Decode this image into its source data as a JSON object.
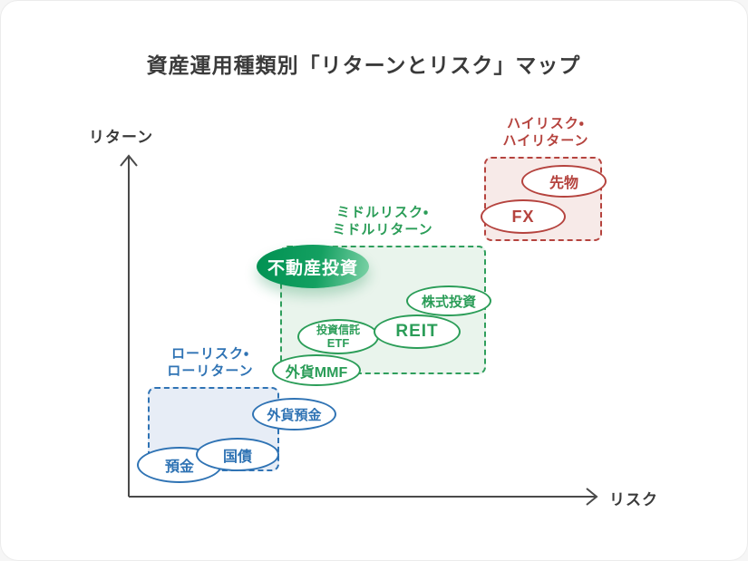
{
  "title": "資産運用種類別「リターンとリスク」マップ",
  "axes": {
    "y": "リターン",
    "x": "リスク"
  },
  "zones": {
    "low": {
      "label": [
        "ローリスク・",
        "ローリターン"
      ],
      "color": "#2f73b4",
      "fill": "#e7edf6"
    },
    "middle": {
      "label": [
        "ミドルリスク・",
        "ミドルリターン"
      ],
      "color": "#2b9d58",
      "fill": "#e9f4ec"
    },
    "high": {
      "label": [
        "ハイリスク・",
        "ハイリターン"
      ],
      "color": "#b5433e",
      "fill": "#f7eae8"
    }
  },
  "items": {
    "deposit": {
      "label": "預金",
      "zone": "low"
    },
    "gov_bond": {
      "label": "国債",
      "zone": "low"
    },
    "foreign_deposit": {
      "label": "外貨預金",
      "zone": "low"
    },
    "foreign_mmf": {
      "label": "外貨MMF",
      "zone": "middle"
    },
    "fund_etf": {
      "label": [
        "投資信託",
        "ETF"
      ],
      "zone": "middle"
    },
    "reit": {
      "label": "REIT",
      "zone": "middle"
    },
    "stock": {
      "label": "株式投資",
      "zone": "middle"
    },
    "real_estate": {
      "label": "不動産投資",
      "zone": "middle",
      "highlight": true,
      "gradient": [
        "#009152",
        "#7fd3a8"
      ]
    },
    "futures": {
      "label": "先物",
      "zone": "high"
    },
    "fx": {
      "label": "FX",
      "zone": "high"
    }
  }
}
